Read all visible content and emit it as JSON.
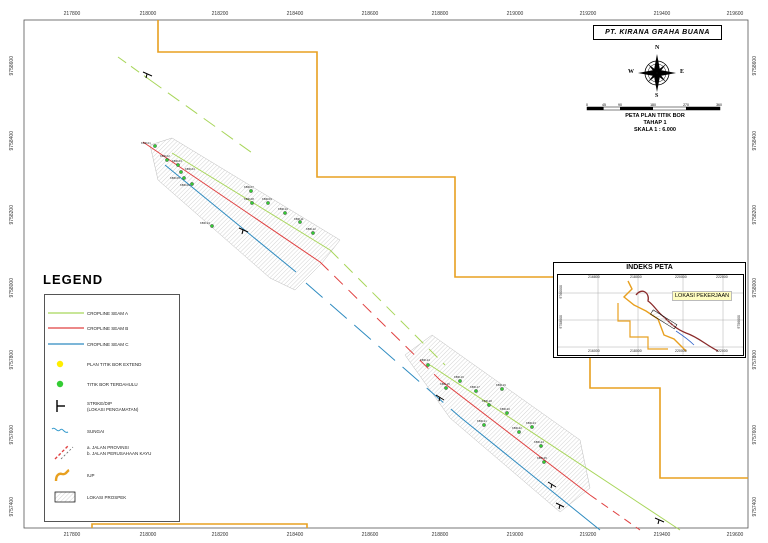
{
  "company": "PT. KIRANA GRAHA BUANA",
  "map_title": {
    "line1": "PETA PLAN TITIK BOR",
    "line2": "TAHAP 1",
    "line3": "SKALA 1 : 6.000"
  },
  "compass": {
    "n": "N",
    "s": "S",
    "e": "E",
    "w": "W"
  },
  "scale_bar": {
    "labels": [
      "0",
      "45",
      "90",
      "180",
      "270",
      "360"
    ]
  },
  "x_ticks": [
    "217800",
    "218000",
    "218200",
    "218400",
    "218600",
    "218800",
    "219000",
    "219200",
    "219400",
    "219600"
  ],
  "y_ticks": [
    "9758600",
    "9758400",
    "9758200",
    "9758000",
    "9757800",
    "9757600",
    "9757400"
  ],
  "legend": {
    "title": "LEGEND",
    "items": [
      {
        "label": "CROPLINE SEAM A",
        "type": "line",
        "color": "#a8d65a"
      },
      {
        "label": "CROPLINE SEAM B",
        "type": "line",
        "color": "#e04040"
      },
      {
        "label": "CROPLINE SEAM C",
        "type": "line",
        "color": "#2e8bc0"
      },
      {
        "label": "PLAN TITIK BOR EXTEND",
        "type": "dot",
        "color": "#ffee00"
      },
      {
        "label": "TITIK BOR TERDAHULU",
        "type": "dot",
        "color": "#33cc33"
      },
      {
        "label": "STRIKE/DIP",
        "label2": "(LOKASI PENGAMATAN)",
        "type": "strike"
      },
      {
        "label": "SUNGAI",
        "type": "river",
        "color": "#3399cc"
      },
      {
        "label": "a. JALAN PROVINSI",
        "label2": "b. JALAN PERUSAHAAN KAYU",
        "type": "road"
      },
      {
        "label": "IUP",
        "type": "iup",
        "color": "#e8a020"
      },
      {
        "label": "LOKASI PROSPEK",
        "type": "hatch"
      }
    ]
  },
  "inset": {
    "title": "INDEKS PETA",
    "location_label": "LOKASI PEKERJAAN",
    "x_ticks_top": [
      "216800",
      "218000",
      "220000",
      "222000"
    ],
    "x_ticks_bottom": [
      "216000",
      "218000",
      "220000",
      "222000"
    ],
    "y_ticks": [
      "9760000",
      "9758000",
      "9756000"
    ]
  },
  "drill_points_north": [
    "KBR-01",
    "KBR-02",
    "KBR-03",
    "KBR-04",
    "KBR-05",
    "KBR-06",
    "KBR-07",
    "KBR-08",
    "KBR-09",
    "KBR-10",
    "KBR-11",
    "KBR-12",
    "KBR-13"
  ],
  "drill_points_south": [
    "KBR-14",
    "KBR-15",
    "KBR-16",
    "KBR-17",
    "KBR-18",
    "KBR-19",
    "KBR-20",
    "KBR-21",
    "KBR-22",
    "KBR-23",
    "KBR-24",
    "KBR-25"
  ],
  "colors": {
    "iup": "#e8a020",
    "seam_a": "#a8d65a",
    "seam_b": "#e04040",
    "seam_c": "#2e8bc0"
  }
}
